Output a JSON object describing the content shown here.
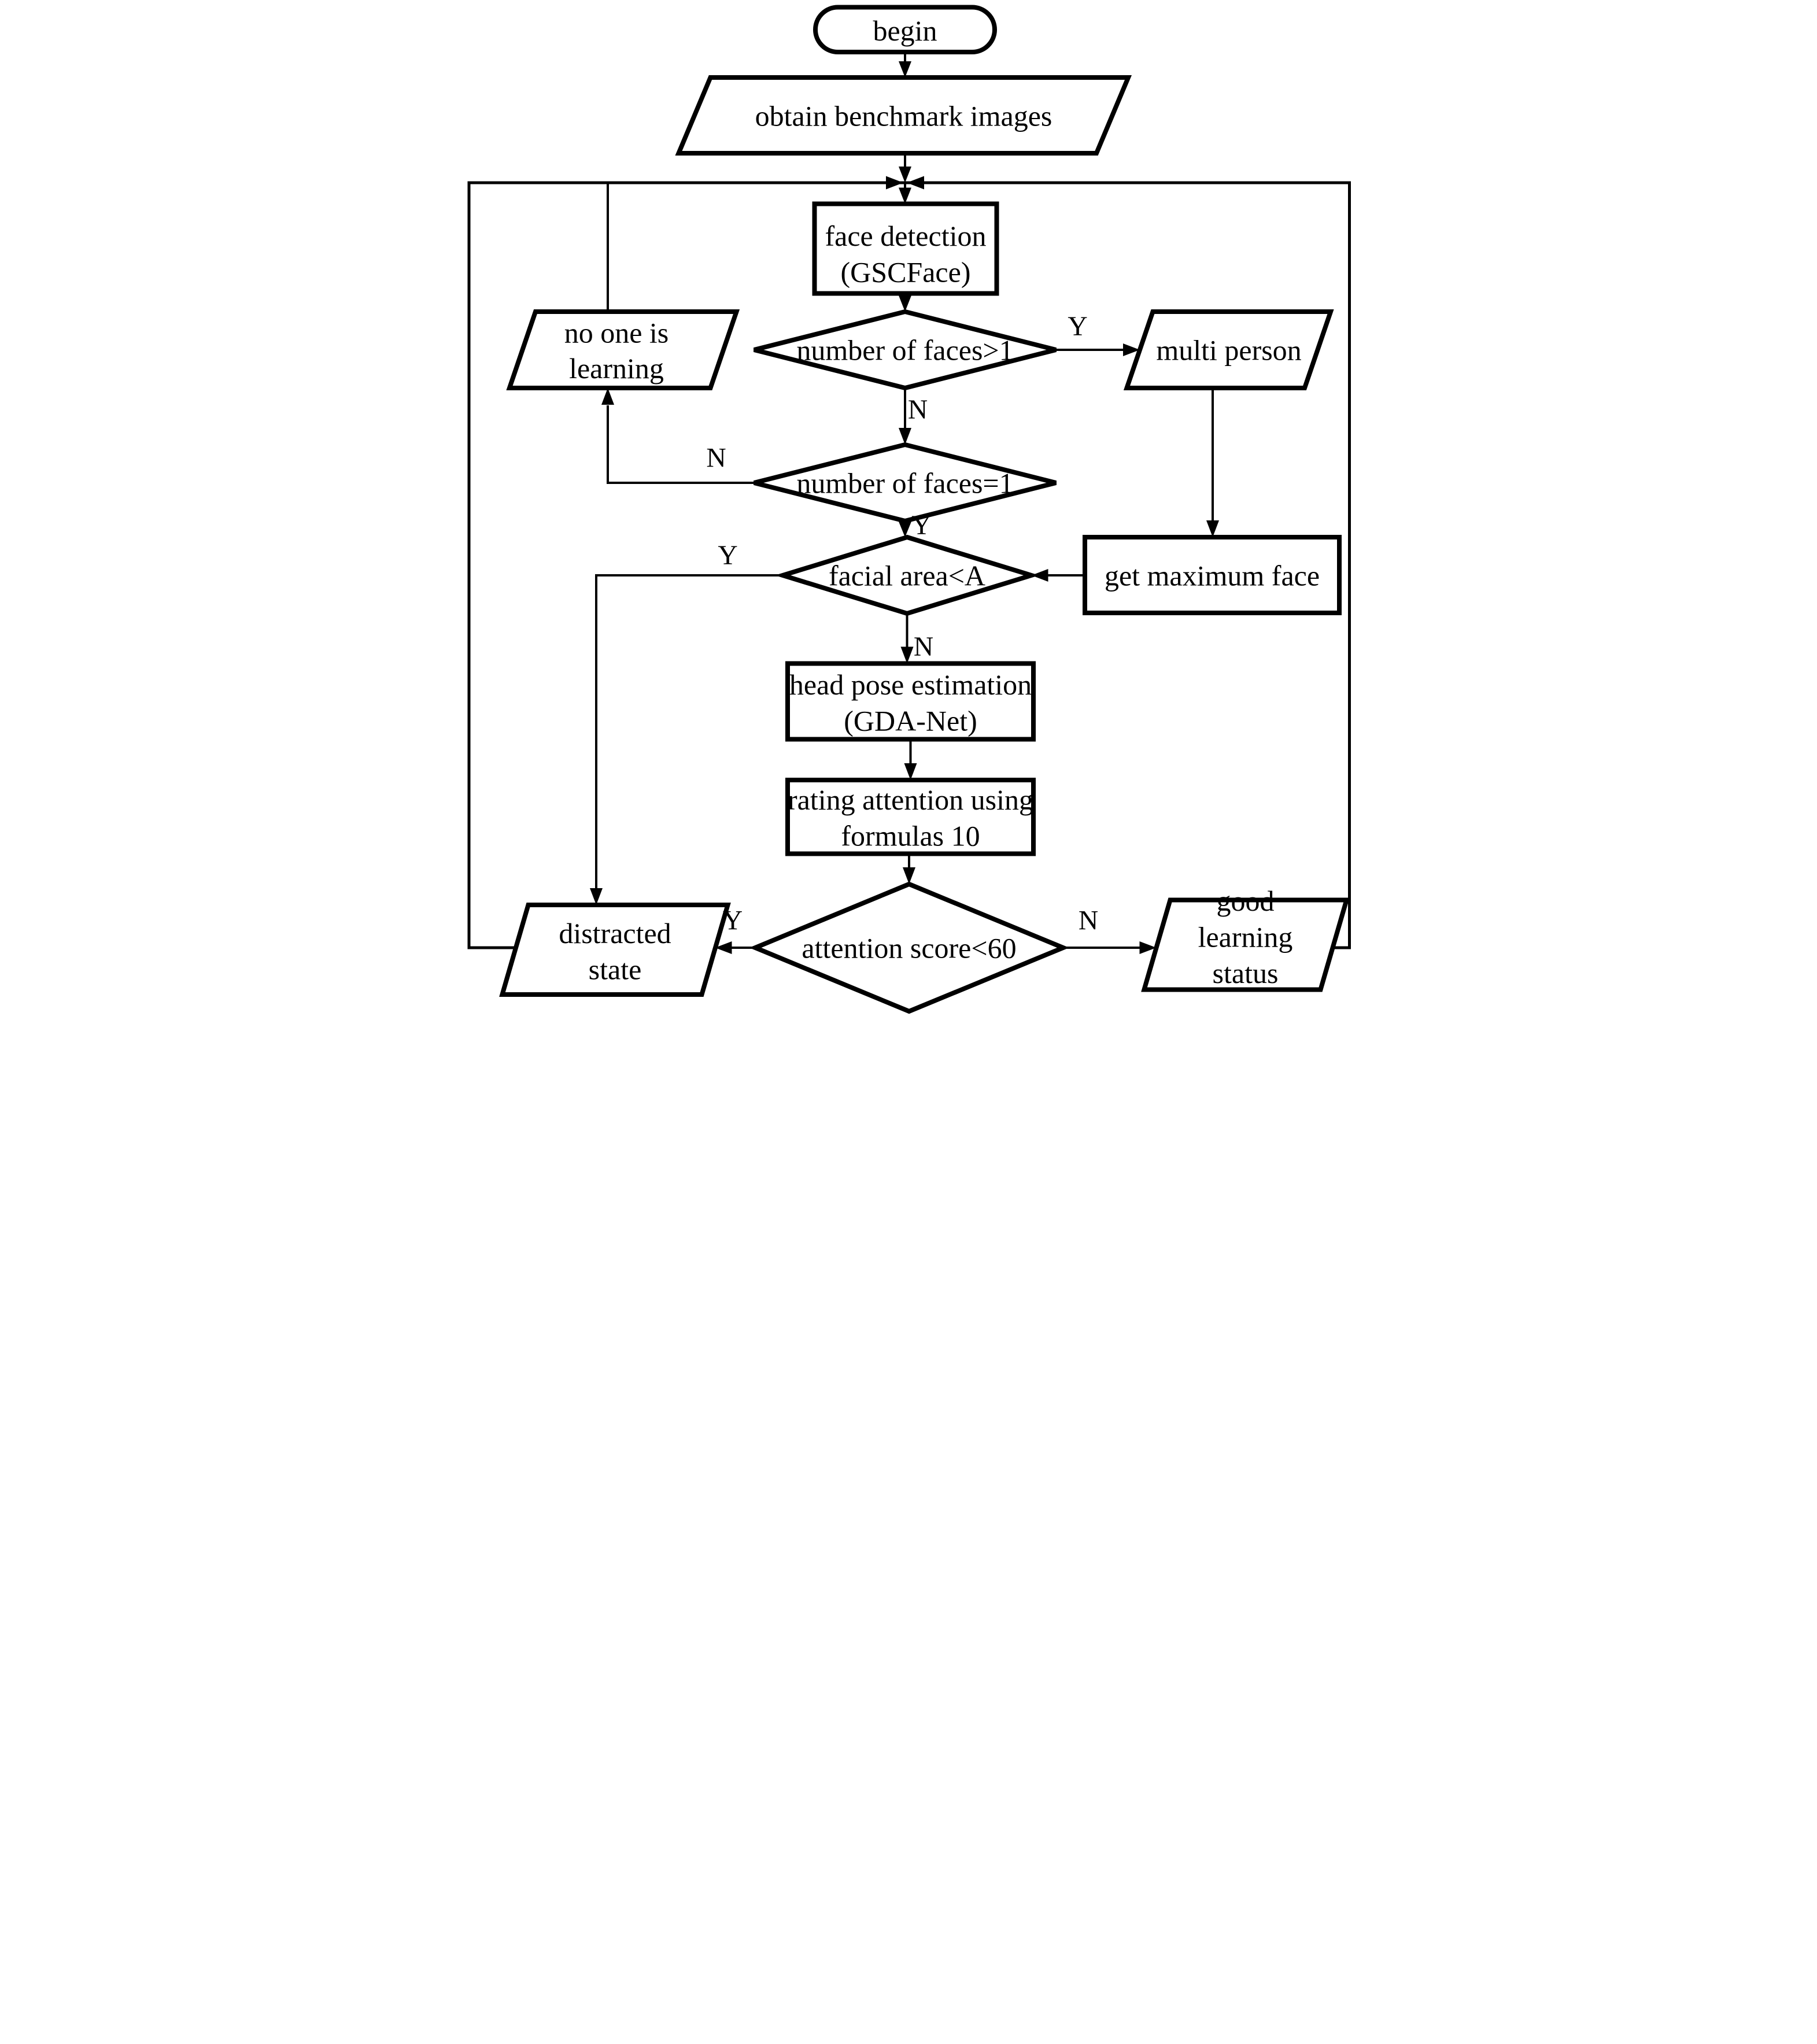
{
  "diagram": {
    "type": "flowchart",
    "background": "#ffffff",
    "stroke_color": "#000000",
    "nodes": {
      "begin": {
        "shape": "terminator",
        "label": "begin"
      },
      "obtain_benchmark_images": {
        "shape": "parallelogram",
        "label": "obtain benchmark images"
      },
      "face_detection": {
        "shape": "process",
        "lines": [
          "face detection",
          "(GSCFace)"
        ]
      },
      "number_of_faces_gt_1": {
        "shape": "decision",
        "label": "number of faces>1"
      },
      "multi_person": {
        "shape": "parallelogram",
        "label": "multi person"
      },
      "no_one_is_learning": {
        "shape": "parallelogram",
        "lines": [
          "no one is",
          "learning"
        ]
      },
      "number_of_faces_eq_1": {
        "shape": "decision",
        "label": "number of faces=1"
      },
      "facial_area_lt_A": {
        "shape": "decision",
        "label": "facial area<A"
      },
      "get_maximum_face": {
        "shape": "process",
        "label": "get maximum face"
      },
      "head_pose_estimation": {
        "shape": "process",
        "lines": [
          "head pose estimation",
          "(GDA-Net)"
        ]
      },
      "rating_attention": {
        "shape": "process",
        "lines": [
          "rating attention using",
          "formulas 10"
        ]
      },
      "attention_score_lt_60": {
        "shape": "decision",
        "label": "attention score<60"
      },
      "distracted_state": {
        "shape": "parallelogram",
        "lines": [
          "distracted",
          "state"
        ]
      },
      "good_learning_status": {
        "shape": "parallelogram",
        "lines": [
          "good",
          "learning",
          "status"
        ]
      }
    },
    "branch_labels": {
      "faces_gt1_yes": "Y",
      "faces_gt1_no": "N",
      "faces_eq1_no": "N",
      "faces_eq1_yes": "Y",
      "facial_area_yes": "Y",
      "facial_area_no": "N",
      "attention_yes": "Y",
      "attention_no": "N"
    }
  }
}
